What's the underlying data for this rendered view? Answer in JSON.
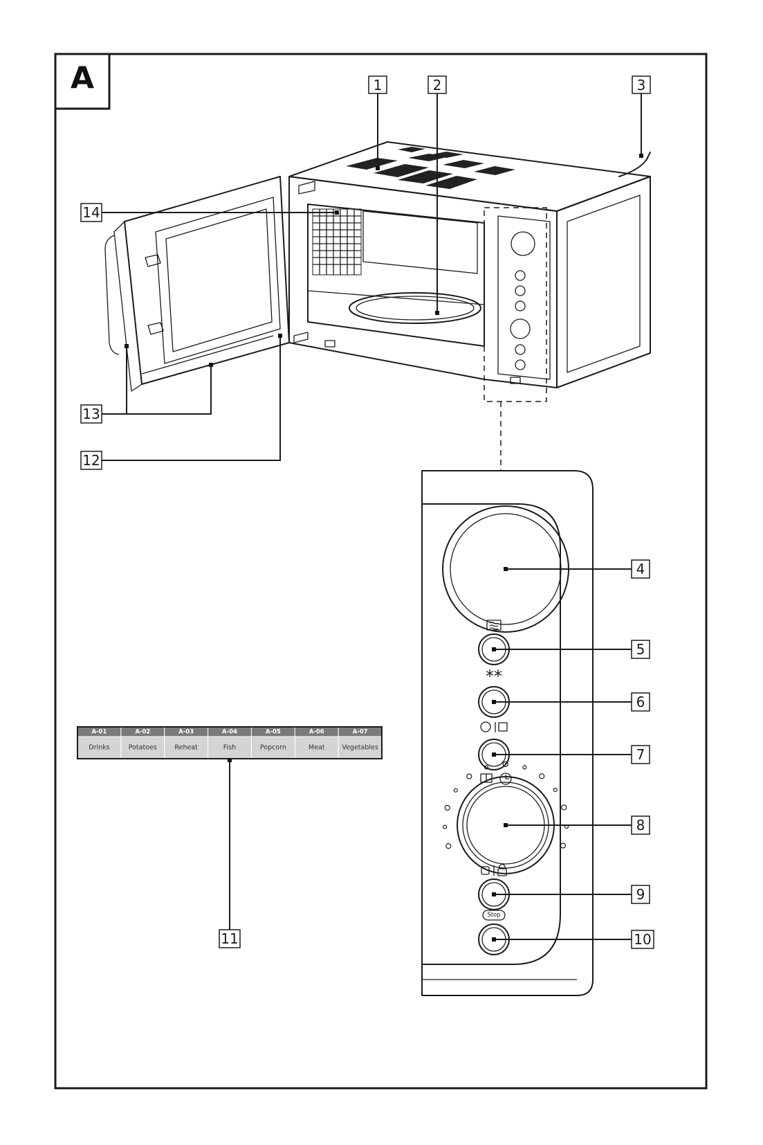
{
  "figure_label": "A",
  "callouts": [
    {
      "id": "c1",
      "label": "1"
    },
    {
      "id": "c2",
      "label": "2"
    },
    {
      "id": "c3",
      "label": "3"
    },
    {
      "id": "c4",
      "label": "4"
    },
    {
      "id": "c5",
      "label": "5"
    },
    {
      "id": "c6",
      "label": "6"
    },
    {
      "id": "c7",
      "label": "7"
    },
    {
      "id": "c8",
      "label": "8"
    },
    {
      "id": "c9",
      "label": "9"
    },
    {
      "id": "c10",
      "label": "10"
    },
    {
      "id": "c11",
      "label": "11"
    },
    {
      "id": "c12",
      "label": "12"
    },
    {
      "id": "c13",
      "label": "13"
    },
    {
      "id": "c14",
      "label": "14"
    }
  ],
  "program_table": {
    "codes": [
      "A-01",
      "A-02",
      "A-03",
      "A-04",
      "A-05",
      "A-06",
      "A-07"
    ],
    "names": [
      "Drinks",
      "Potatoes",
      "Reheat",
      "Fish",
      "Popcorn",
      "Meat",
      "Vegetables"
    ]
  },
  "panel_symbols": {
    "defrost": "**",
    "stop": "Stop"
  },
  "colors": {
    "line": "#1a1a1a",
    "table_header": "#7a7a7a",
    "table_body": "#d4d4d4"
  }
}
